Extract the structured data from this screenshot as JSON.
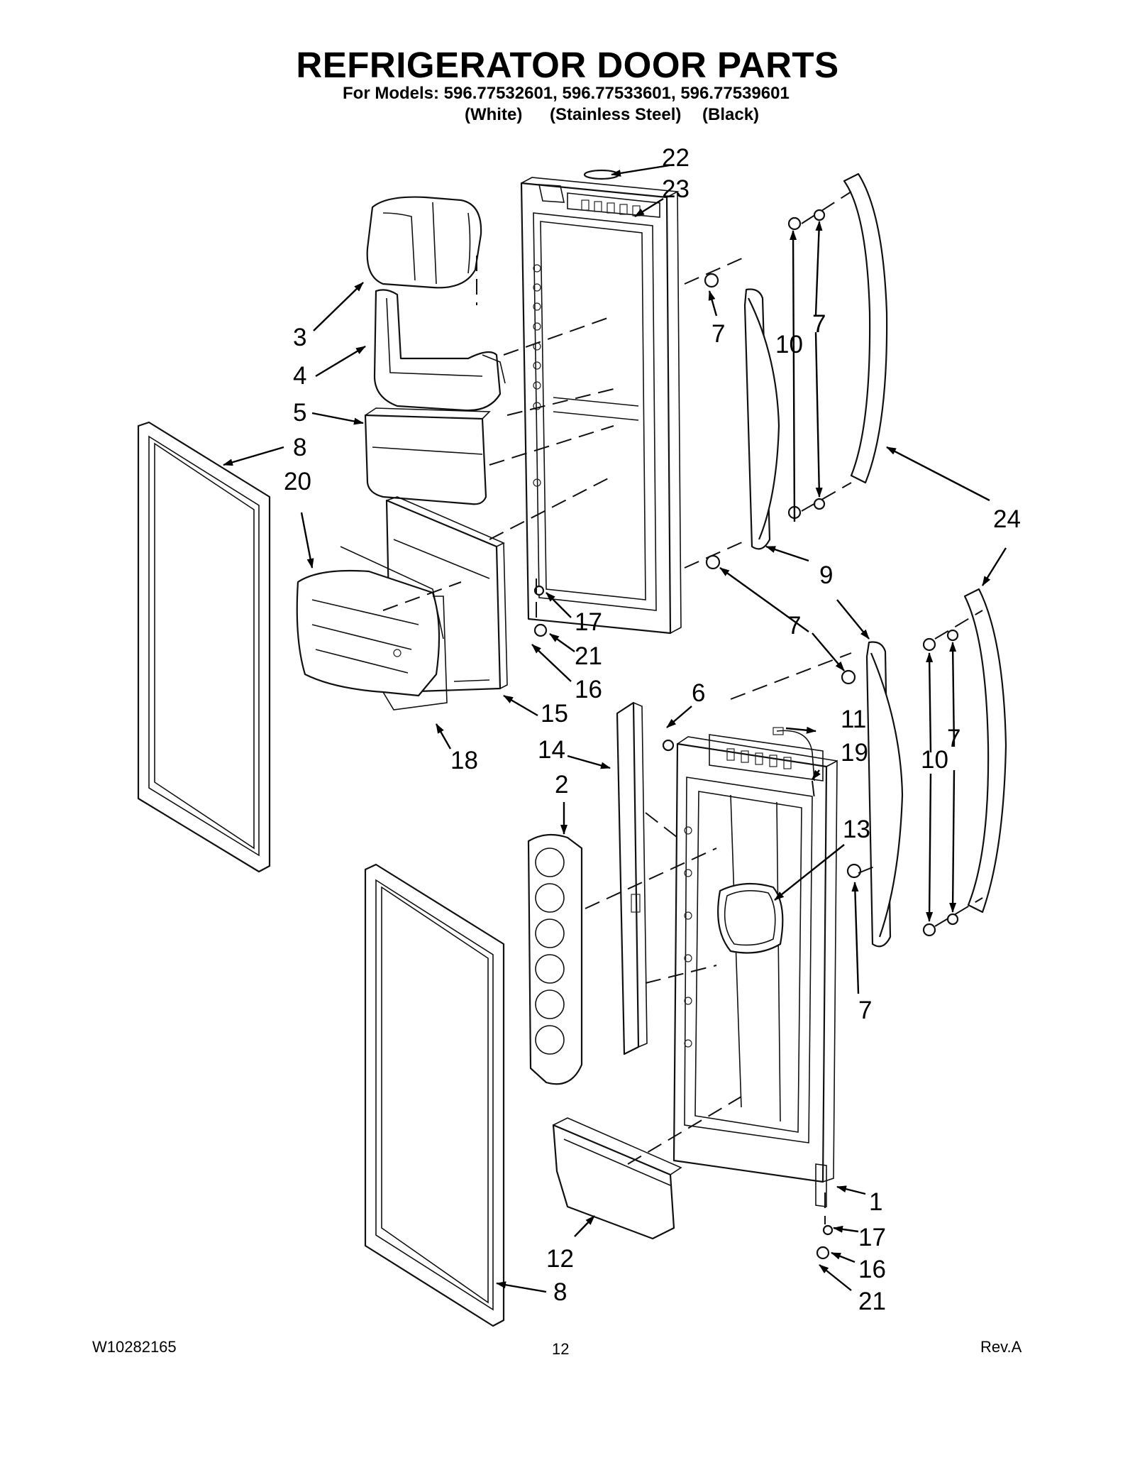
{
  "page": {
    "title": "REFRIGERATOR DOOR PARTS",
    "models_line": "For Models: 596.77532601, 596.77533601, 596.77539601",
    "finishes": [
      "(White)",
      "(Stainless Steel)",
      "(Black)"
    ]
  },
  "footer": {
    "doc_number": "W10282165",
    "page_number": "12",
    "revision": "Rev.A"
  },
  "callouts": [
    "22",
    "23",
    "3",
    "4",
    "5",
    "8",
    "20",
    "7",
    "10",
    "7",
    "24",
    "9",
    "7",
    "17",
    "21",
    "16",
    "15",
    "18",
    "6",
    "14",
    "11",
    "19",
    "2",
    "13",
    "10",
    "7",
    "7",
    "1",
    "17",
    "16",
    "21",
    "12",
    "8"
  ]
}
